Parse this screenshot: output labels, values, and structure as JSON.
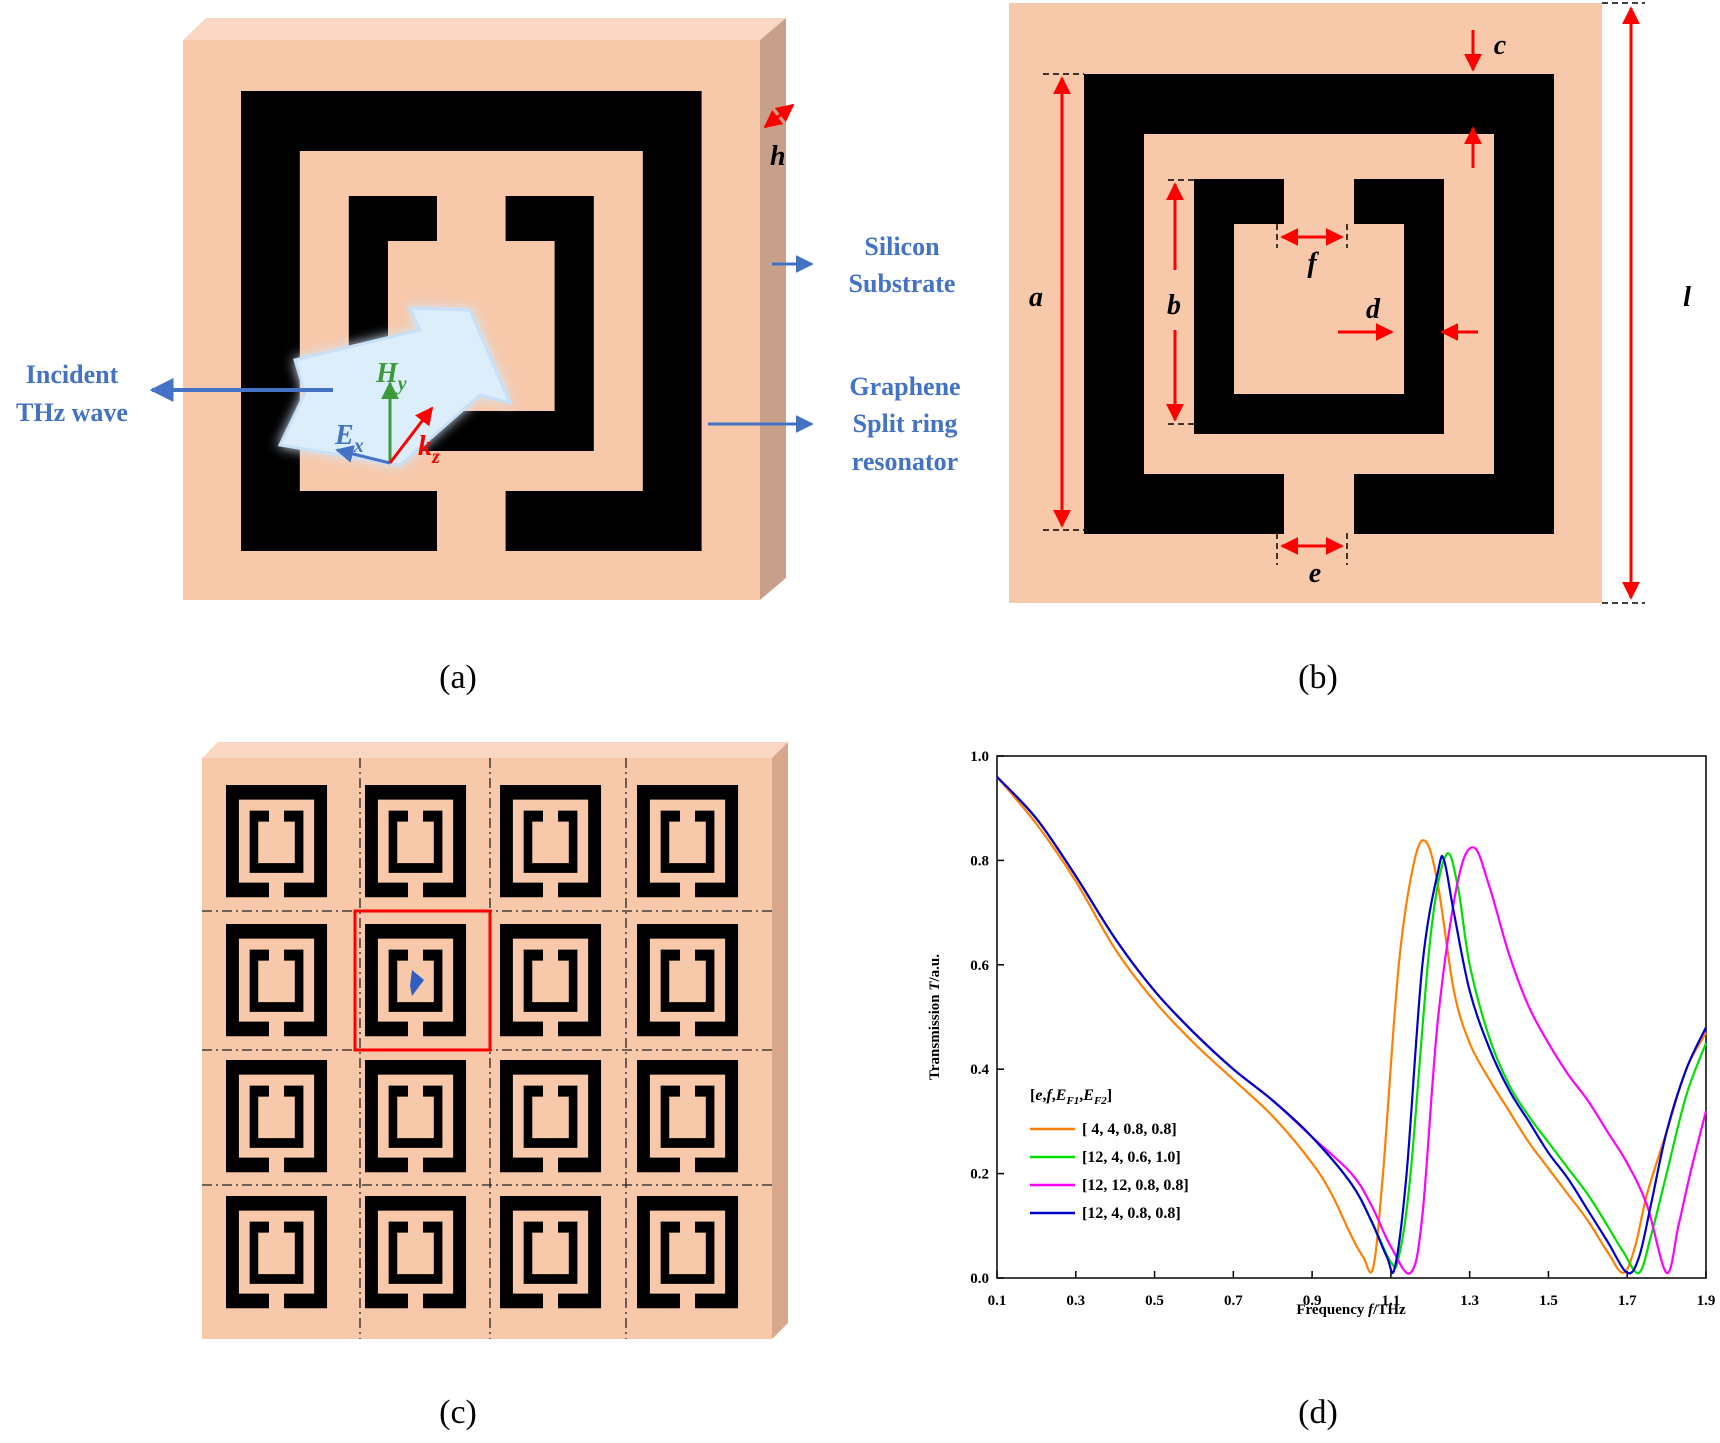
{
  "panel_a": {
    "caption": "(a)",
    "label_h": "h",
    "label_silicon_1": "Silicon",
    "label_silicon_2": "Substrate",
    "label_graphene_1": "Graphene",
    "label_graphene_2": "Split ring",
    "label_graphene_3": "resonator",
    "label_incident_1": "Incident",
    "label_incident_2": "THz wave",
    "field_H": "H",
    "field_H_sub": "y",
    "field_E": "E",
    "field_E_sub": "x",
    "field_k": "k",
    "field_k_sub": "z",
    "colors": {
      "substrate": "#F7C9AA",
      "side": "#C8A08A",
      "ring": "#000000",
      "wave": "#DDEEFB",
      "arrow": "#4472C4"
    }
  },
  "panel_b": {
    "caption": "(b)",
    "dims": {
      "a": "a",
      "b": "b",
      "c": "c",
      "d": "d",
      "e": "e",
      "f": "f",
      "l": "l"
    },
    "colors": {
      "dimension": "#FF0000"
    }
  },
  "panel_c": {
    "caption": "(c)",
    "grid_rows": 4,
    "grid_cols": 4,
    "highlight_cell": [
      1,
      1
    ]
  },
  "panel_d": {
    "caption": "(d)"
  },
  "chart_data": {
    "type": "line",
    "title": "",
    "xlabel_pre": "Frequency ",
    "xlabel_var": "f",
    "xlabel_post": "/THz",
    "ylabel_pre": "Transmission ",
    "ylabel_var": "T",
    "ylabel_post": "/a.u.",
    "xlim": [
      0.1,
      1.9
    ],
    "ylim": [
      0.0,
      1.0
    ],
    "xticks": [
      "0.1",
      "0.3",
      "0.5",
      "0.7",
      "0.9",
      "1.1",
      "1.3",
      "1.5",
      "1.7",
      "1.9"
    ],
    "yticks": [
      "0.0",
      "0.2",
      "0.4",
      "0.6",
      "0.8",
      "1.0"
    ],
    "legend_title": "[e,f,EF1,EF2]",
    "legend_position": "bottom-left",
    "series": [
      {
        "name": "[ 4,   4,  0.8, 0.8]",
        "color": "#FF8000",
        "x": [
          0.1,
          0.2,
          0.3,
          0.4,
          0.5,
          0.6,
          0.7,
          0.8,
          0.9,
          0.95,
          1.0,
          1.03,
          1.055,
          1.08,
          1.12,
          1.16,
          1.19,
          1.22,
          1.26,
          1.3,
          1.35,
          1.4,
          1.45,
          1.5,
          1.55,
          1.6,
          1.65,
          1.69,
          1.72,
          1.75,
          1.8,
          1.85,
          1.9
        ],
        "y": [
          0.96,
          0.87,
          0.76,
          0.63,
          0.53,
          0.45,
          0.38,
          0.31,
          0.22,
          0.16,
          0.08,
          0.04,
          0.02,
          0.2,
          0.6,
          0.8,
          0.835,
          0.75,
          0.55,
          0.45,
          0.38,
          0.32,
          0.26,
          0.21,
          0.16,
          0.11,
          0.05,
          0.01,
          0.06,
          0.16,
          0.28,
          0.4,
          0.47
        ]
      },
      {
        "name": "[12,  4,  0.6, 1.0]",
        "color": "#00E000",
        "x": [
          0.1,
          0.2,
          0.3,
          0.4,
          0.5,
          0.6,
          0.7,
          0.8,
          0.9,
          1.0,
          1.05,
          1.1,
          1.12,
          1.15,
          1.2,
          1.24,
          1.27,
          1.3,
          1.35,
          1.4,
          1.45,
          1.5,
          1.55,
          1.6,
          1.65,
          1.69,
          1.73,
          1.76,
          1.8,
          1.85,
          1.9
        ],
        "y": [
          0.96,
          0.88,
          0.77,
          0.65,
          0.55,
          0.47,
          0.4,
          0.34,
          0.27,
          0.18,
          0.11,
          0.03,
          0.04,
          0.2,
          0.65,
          0.81,
          0.75,
          0.6,
          0.46,
          0.37,
          0.31,
          0.26,
          0.21,
          0.16,
          0.1,
          0.05,
          0.01,
          0.08,
          0.2,
          0.35,
          0.45
        ]
      },
      {
        "name": "[12, 12, 0.8, 0.8]",
        "color": "#FF00FF",
        "x": [
          0.1,
          0.2,
          0.3,
          0.4,
          0.5,
          0.6,
          0.7,
          0.8,
          0.9,
          1.0,
          1.05,
          1.1,
          1.15,
          1.18,
          1.22,
          1.27,
          1.31,
          1.35,
          1.4,
          1.45,
          1.5,
          1.55,
          1.6,
          1.65,
          1.7,
          1.75,
          1.8,
          1.83,
          1.86,
          1.9
        ],
        "y": [
          0.96,
          0.88,
          0.77,
          0.65,
          0.55,
          0.47,
          0.4,
          0.34,
          0.27,
          0.2,
          0.14,
          0.06,
          0.01,
          0.12,
          0.5,
          0.76,
          0.825,
          0.75,
          0.62,
          0.52,
          0.45,
          0.39,
          0.34,
          0.28,
          0.22,
          0.14,
          0.01,
          0.1,
          0.2,
          0.32
        ]
      },
      {
        "name": "[12,  4,  0.8, 0.8]",
        "color": "#0000CC",
        "x": [
          0.1,
          0.2,
          0.3,
          0.4,
          0.5,
          0.6,
          0.7,
          0.8,
          0.9,
          1.0,
          1.05,
          1.09,
          1.11,
          1.14,
          1.18,
          1.22,
          1.235,
          1.26,
          1.3,
          1.35,
          1.4,
          1.45,
          1.5,
          1.55,
          1.6,
          1.65,
          1.7,
          1.73,
          1.76,
          1.8,
          1.85,
          1.9
        ],
        "y": [
          0.96,
          0.88,
          0.77,
          0.65,
          0.55,
          0.47,
          0.4,
          0.34,
          0.27,
          0.18,
          0.11,
          0.04,
          0.02,
          0.2,
          0.6,
          0.78,
          0.8,
          0.7,
          0.55,
          0.44,
          0.36,
          0.3,
          0.24,
          0.19,
          0.13,
          0.07,
          0.01,
          0.04,
          0.14,
          0.28,
          0.4,
          0.48
        ]
      }
    ]
  }
}
